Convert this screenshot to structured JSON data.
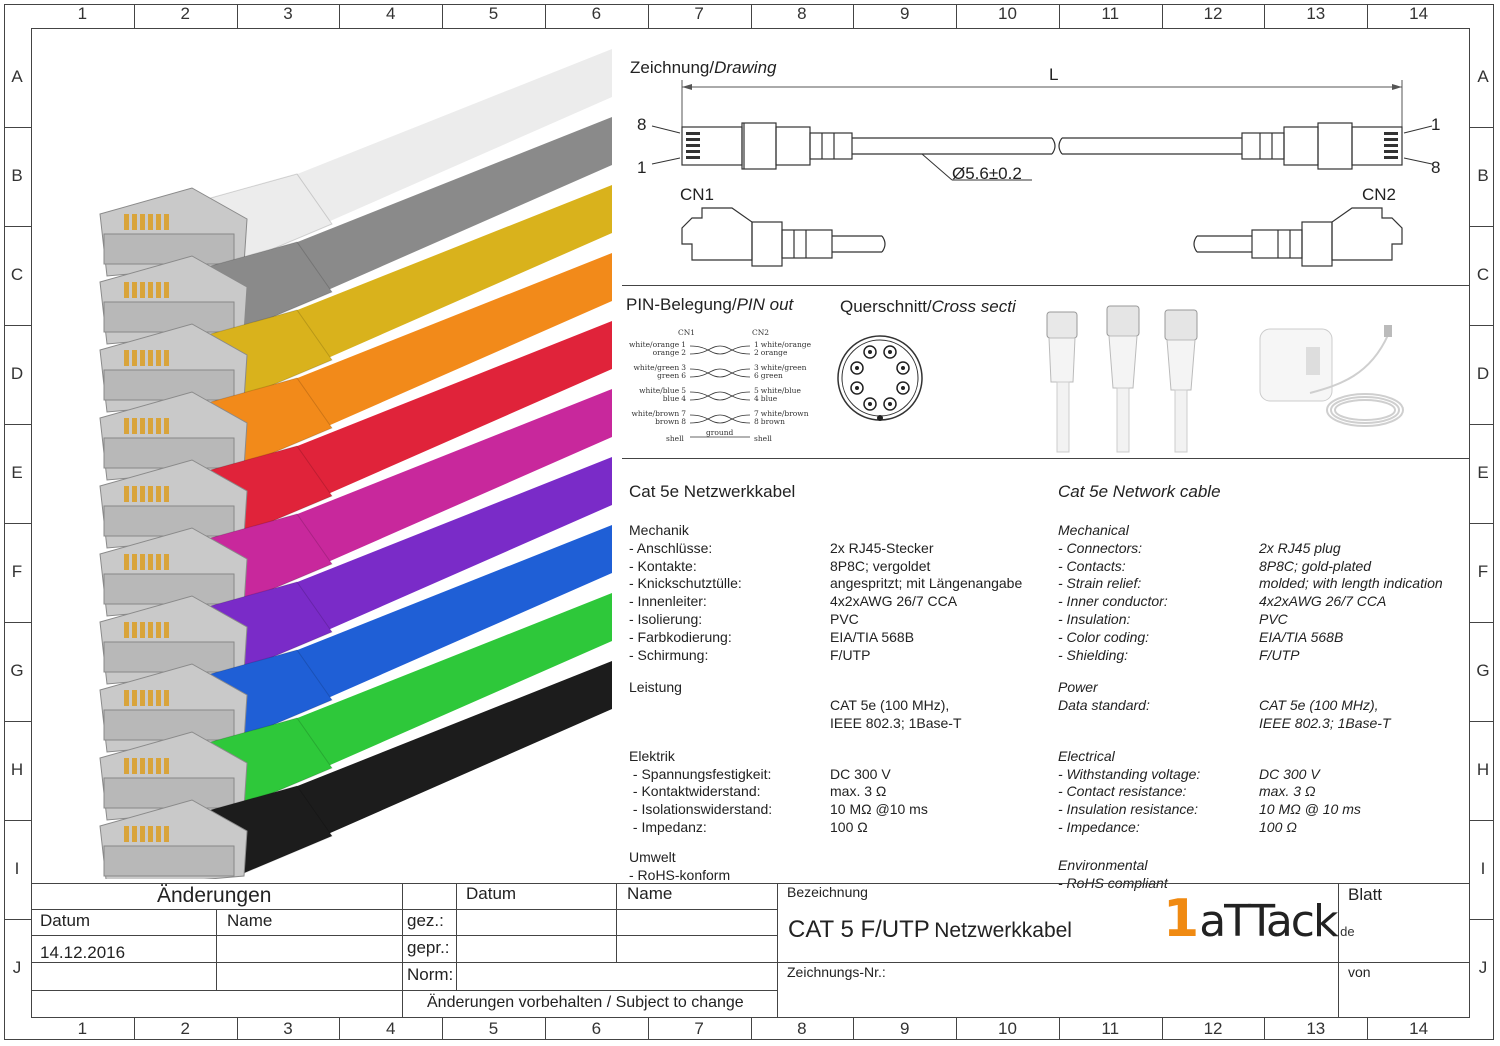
{
  "grid": {
    "columns": [
      "1",
      "2",
      "3",
      "4",
      "5",
      "6",
      "7",
      "8",
      "9",
      "10",
      "11",
      "12",
      "13",
      "14"
    ],
    "rows": [
      "A",
      "B",
      "C",
      "D",
      "E",
      "F",
      "G",
      "H",
      "I",
      "J"
    ]
  },
  "cable_colors": [
    "#ececec",
    "#8a8a8a",
    "#d9b21c",
    "#f28a1a",
    "#e0233a",
    "#c8289c",
    "#7a2bc8",
    "#1f5fd6",
    "#2ec83a",
    "#1c1c1c"
  ],
  "drawing": {
    "title": "Zeichnung/",
    "title_en": "Drawing",
    "length_label": "L",
    "diameter": "Ø5.6±0.2",
    "pin8_left": "8",
    "pin1_left": "1",
    "pin1_right": "1",
    "pin8_right": "8",
    "cn1": "CN1",
    "cn2": "CN2"
  },
  "pinout": {
    "title": "PIN-Belegung/",
    "title_en": "PIN out",
    "cn1": "CN1",
    "cn2": "CN2",
    "left_pins": [
      {
        "name": "white/orange",
        "num": "1"
      },
      {
        "name": "orange",
        "num": "2"
      },
      {
        "name": "white/green",
        "num": "3"
      },
      {
        "name": "green",
        "num": "6"
      },
      {
        "name": "white/blue",
        "num": "5"
      },
      {
        "name": "blue",
        "num": "4"
      },
      {
        "name": "white/brown",
        "num": "7"
      },
      {
        "name": "brown",
        "num": "8"
      }
    ],
    "right_pins": [
      {
        "name": "white/orange",
        "num": "1"
      },
      {
        "name": "orange",
        "num": "2"
      },
      {
        "name": "white/green",
        "num": "3"
      },
      {
        "name": "green",
        "num": "6"
      },
      {
        "name": "white/blue",
        "num": "5"
      },
      {
        "name": "blue",
        "num": "4"
      },
      {
        "name": "white/brown",
        "num": "7"
      },
      {
        "name": "brown",
        "num": "8"
      }
    ],
    "shell_left": "shell",
    "shell_right": "shell",
    "ground": "ground"
  },
  "cross_section": {
    "title": "Querschnitt/",
    "title_en": "Cross secti"
  },
  "specs_de": {
    "title": "Cat 5e Netzwerkkabel",
    "mech_title": "Mechanik",
    "mech": [
      {
        "k": "- Anschlüsse:",
        "v": "2x RJ45-Stecker"
      },
      {
        "k": "- Kontakte:",
        "v": "8P8C; vergoldet"
      },
      {
        "k": "- Knickschutztülle:",
        "v": "angespritzt; mit Längenangabe"
      },
      {
        "k": "- Innenleiter:",
        "v": "4x2xAWG 26/7 CCA"
      },
      {
        "k": "- Isolierung:",
        "v": "PVC"
      },
      {
        "k": "- Farbkodierung:",
        "v": "EIA/TIA 568B"
      },
      {
        "k": "- Schirmung:",
        "v": "F/UTP"
      }
    ],
    "perf_title": "Leistung",
    "perf_v1": "CAT 5e (100 MHz),",
    "perf_v2": "IEEE 802.3; 1Base-T",
    "elec_title": "Elektrik",
    "elec": [
      {
        "k": " - Spannungsfestigkeit:",
        "v": "DC 300 V"
      },
      {
        "k": " - Kontaktwiderstand:",
        "v": "max. 3 Ω"
      },
      {
        "k": " - Isolationswiderstand:",
        "v": "10 MΩ @10 ms"
      },
      {
        "k": " - Impedanz:",
        "v": "100 Ω"
      }
    ],
    "env_title": "Umwelt",
    "env": "- RoHS-konform"
  },
  "specs_en": {
    "title": "Cat 5e Network cable",
    "mech_title": "Mechanical",
    "mech": [
      {
        "k": "- Connectors:",
        "v": "2x RJ45 plug"
      },
      {
        "k": "- Contacts:",
        "v": "8P8C; gold-plated"
      },
      {
        "k": "- Strain relief:",
        "v": "molded; with length indication"
      },
      {
        "k": "- Inner conductor:",
        "v": "4x2xAWG 26/7 CCA"
      },
      {
        "k": "- Insulation:",
        "v": "PVC"
      },
      {
        "k": "- Color coding:",
        "v": "EIA/TIA 568B"
      },
      {
        "k": "- Shielding:",
        "v": "F/UTP"
      }
    ],
    "perf_title": "Power",
    "perf_k": "Data standard:",
    "perf_v1": "CAT 5e (100 MHz),",
    "perf_v2": "IEEE 802.3; 1Base-T",
    "elec_title": "Electrical",
    "elec": [
      {
        "k": "- Withstanding voltage:",
        "v": "DC 300 V"
      },
      {
        "k": "- Contact resistance:",
        "v": "max. 3 Ω"
      },
      {
        "k": "- Insulation resistance:",
        "v": "10 MΩ @ 10 ms"
      },
      {
        "k": "- Impedance:",
        "v": "100 Ω"
      }
    ],
    "env_title": "Environmental",
    "env": "- RoHS compliant"
  },
  "title_block": {
    "changes": "Änderungen",
    "datum": "Datum",
    "name": "Name",
    "date_value": "14.12.2016",
    "gez": "gez.:",
    "gepr": "gepr.:",
    "norm": "Norm:",
    "col_datum": "Datum",
    "col_name": "Name",
    "subject": "Änderungen vorbehalten / Subject to change",
    "bezeichnung": "Bezeichnung",
    "product_1": "CAT 5 F/UTP",
    "product_2": "Netzwerkkabel",
    "zeichnungs_nr": "Zeichnungs-Nr.:",
    "blatt": "Blatt",
    "von": "von",
    "logo_1": "1",
    "logo_2": "aTTack",
    "logo_3": ".de"
  }
}
